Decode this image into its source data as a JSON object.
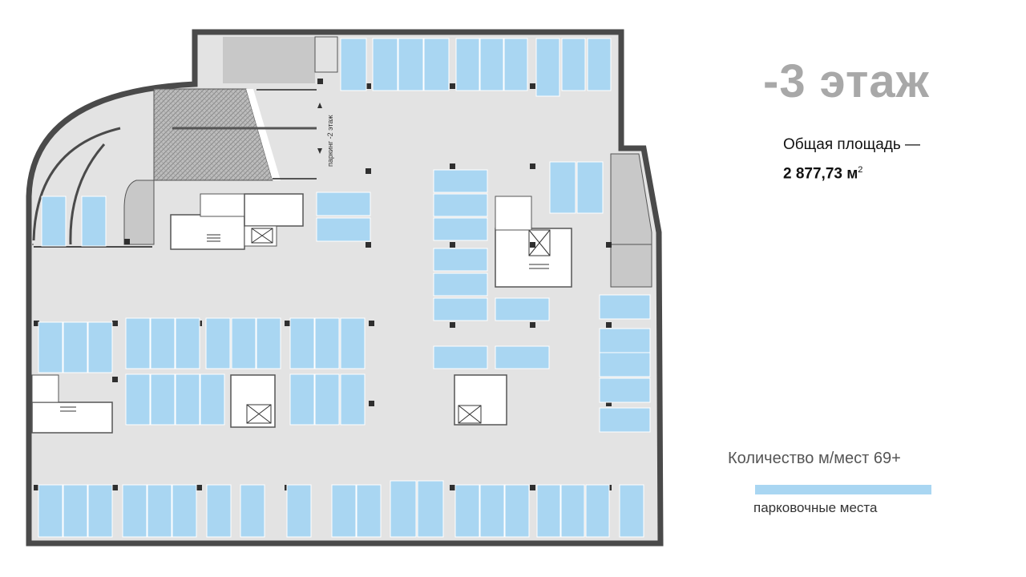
{
  "floor": {
    "title": "-3 этаж"
  },
  "area": {
    "label": "Общая площадь —",
    "value": "2 877,73 м",
    "unit_sup": "2"
  },
  "parking": {
    "count_text": "Количество м/мест 69+",
    "legend_label": "парковочные места",
    "ramp_label": "паркинг -2 этаж"
  },
  "colors": {
    "spot": "#a9d6f2",
    "floor": "#e3e3e3",
    "wall": "#4a4a4a",
    "core": "#c8c8c8",
    "title": "#a8a8a8"
  }
}
